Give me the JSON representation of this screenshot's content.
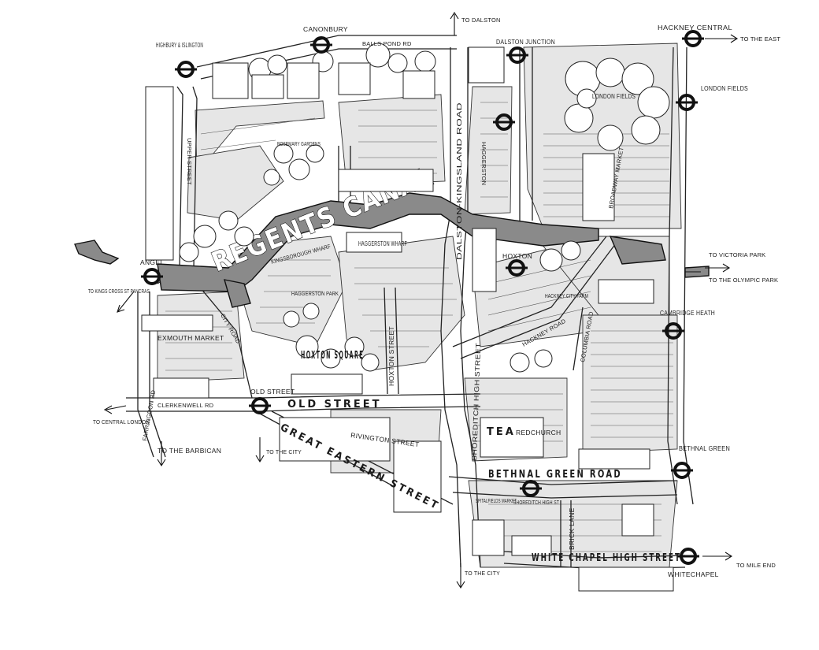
{
  "canal": {
    "label": "REGENTS CANAL"
  },
  "stations": [
    {
      "id": "highbury",
      "label": "HIGHBURY & ISLINGTON"
    },
    {
      "id": "canonbury",
      "label": "CANONBURY"
    },
    {
      "id": "dalston-junction",
      "label": "DALSTON JUNCTION"
    },
    {
      "id": "hackney-central",
      "label": "HACKNEY CENTRAL"
    },
    {
      "id": "london-fields",
      "label": "LONDON FIELDS"
    },
    {
      "id": "haggerston",
      "label": "HAGGERSTON"
    },
    {
      "id": "hoxton",
      "label": "HOXTON"
    },
    {
      "id": "angel",
      "label": "ANGEL"
    },
    {
      "id": "old-street",
      "label": "OLD STREET"
    },
    {
      "id": "cambridge-heath",
      "label": "CAMBRIDGE HEATH"
    },
    {
      "id": "bethnal-green",
      "label": "BETHNAL GREEN"
    },
    {
      "id": "shoreditch-high-st",
      "label": "SHOREDITCH HIGH ST"
    },
    {
      "id": "whitechapel",
      "label": "WHITECHAPEL"
    }
  ],
  "streets": {
    "balls_pond": "BALLS POND RD",
    "kingsland": "DALSTON-KINGSLAND ROAD",
    "upper_street": "UPPER STREET",
    "old_street": "OLD STREET",
    "great_eastern": "GREAT EASTERN STREET",
    "hoxton_street": "HOXTON STREET",
    "shoreditch_high": "SHOREDITCH HIGH STREET",
    "bethnal_green_road": "BETHNAL GREEN ROAD",
    "whitechapel_high": "WHITE CHAPEL HIGH STREET",
    "clerkenwell": "CLERKENWELL RD",
    "farringdon": "FARRINGDON RD",
    "hackney_road": "HACKNEY ROAD",
    "columbia_road": "COLUMBIA ROAD",
    "broadway_market": "BROADWAY MARKET",
    "brick_lane": "BRICK LANE",
    "rivington": "RIVINGTON STREET",
    "city_road": "CITY ROAD"
  },
  "places": {
    "rosemary_gardens": "ROSEMARY GARDENS",
    "haggerston_wharf": "HAGGERSTON WHARF",
    "kingsborough_wharf": "KINGSBOROUGH WHARF",
    "haggerston_park": "HAGGERSTON PARK",
    "hackney_city_farm": "HACKNEY CITY FARM",
    "london_fields": "LONDON FIELDS",
    "hoxton_square": "HOXTON SQUARE",
    "exmouth_market": "EXMOUTH MARKET",
    "spitalfields": "SPITALFIELDS MARKET",
    "tea": "TEA",
    "redchurch": "REDCHURCH"
  },
  "directions": {
    "to_dalston": "TO DALSTON",
    "to_the_east": "TO THE EAST",
    "to_victoria_park": "TO VICTORIA PARK",
    "to_olympic_park": "TO THE OLYMPIC PARK",
    "to_kings_cross": "TO KINGS CROSS ST PANCRAS",
    "to_central_london": "TO CENTRAL LONDON",
    "to_barbican": "TO THE BARBICAN",
    "to_city_1": "TO THE CITY",
    "to_city_2": "TO THE CITY",
    "to_mile_end": "TO MILE END"
  }
}
